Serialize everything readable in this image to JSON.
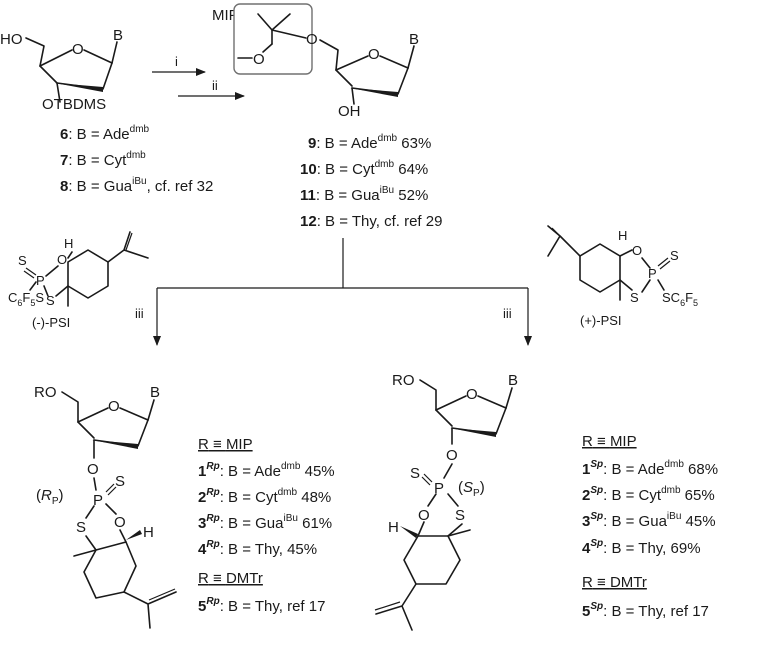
{
  "mip_def": {
    "label": "MIP =",
    "o_top": "O",
    "o_bottom": "O"
  },
  "start": {
    "ho": "HO",
    "o_ring": "O",
    "b": "B",
    "otbdms": "OTBDMS"
  },
  "reagents": {
    "i": "i",
    "ii": "ii",
    "iii": "iii"
  },
  "start_list": [
    {
      "num": "6",
      "text": ": B = Ade",
      "sup": "dmb",
      "tail": ""
    },
    {
      "num": "7",
      "text": ": B = Cyt",
      "sup": "dmb",
      "tail": ""
    },
    {
      "num": "8",
      "text": ": B = Gua",
      "sup": "iBu",
      "tail": ", cf. ref 32"
    }
  ],
  "product": {
    "o_link": "O",
    "o_ring": "O",
    "b": "B",
    "oh": "OH"
  },
  "product_list": [
    {
      "num": "9",
      "text": ": B = Ade",
      "sup": "dmb",
      "tail": " 63%"
    },
    {
      "num": "10",
      "text": ": B = Cyt",
      "sup": "dmb",
      "tail": " 64%"
    },
    {
      "num": "11",
      "text": ": B = Gua",
      "sup": "iBu",
      "tail": " 52%"
    },
    {
      "num": "12",
      "text": ": B = Thy, cf. ref 29",
      "sup": "",
      "tail": ""
    }
  ],
  "psi_left": {
    "s_top": "S",
    "p": "P",
    "o": "O",
    "h": "H",
    "s_ring": "S",
    "c": "C",
    "sub6": "6",
    "f": "F",
    "sub5": "5",
    "s_chain": "S",
    "label": "(-)-PSI"
  },
  "psi_right": {
    "s_top": "S",
    "p": "P",
    "o": "O",
    "h": "H",
    "s_ring": "S",
    "s_chain": "SC",
    "sub6": "6",
    "f": "F",
    "sub5": "5",
    "label": "(+)-PSI"
  },
  "rp": {
    "ro": "RO",
    "o_ring": "O",
    "b": "B",
    "o_link": "O",
    "p": "P",
    "s_top": "S",
    "o_ring2": "O",
    "s_ring": "S",
    "h": "H",
    "stereo_open": "(",
    "stereo_r": "R",
    "stereo_sub": "P",
    "stereo_close": ")",
    "r_eq": "R",
    "mip": "MIP",
    "list": [
      {
        "num": "1",
        "sup": "Rp",
        "text": ": B = Ade",
        "sup2": "dmb",
        "tail": " 45%"
      },
      {
        "num": "2",
        "sup": "Rp",
        "text": ": B = Cyt",
        "sup2": "dmb",
        "tail": " 48%"
      },
      {
        "num": "3",
        "sup": "Rp",
        "text": ": B = Gua",
        "sup2": "iBu",
        "tail": " 61%"
      },
      {
        "num": "4",
        "sup": "Rp",
        "text": ": B = Thy, 45%",
        "sup2": "",
        "tail": ""
      }
    ],
    "dmtr": "DMTr",
    "list5": {
      "num": "5",
      "sup": "Rp",
      "text": ": B = Thy, ref 17"
    }
  },
  "sp": {
    "ro": "RO",
    "o_ring": "O",
    "b": "B",
    "o_link": "O",
    "p": "P",
    "s_top": "S",
    "o_ring2": "O",
    "s_ring": "S",
    "h": "H",
    "stereo_open": "(",
    "stereo_s": "S",
    "stereo_sub": "P",
    "stereo_close": ")",
    "r_eq": "R",
    "mip": "MIP",
    "list": [
      {
        "num": "1",
        "sup": "Sp",
        "text": ": B = Ade",
        "sup2": "dmb",
        "tail": " 68%"
      },
      {
        "num": "2",
        "sup": "Sp",
        "text": ": B = Cyt",
        "sup2": "dmb",
        "tail": " 65%"
      },
      {
        "num": "3",
        "sup": "Sp",
        "text": ": B = Gua",
        "sup2": "iBu",
        "tail": " 45%"
      },
      {
        "num": "4",
        "sup": "Sp",
        "text": ": B = Thy, 69%",
        "sup2": "",
        "tail": ""
      }
    ],
    "dmtr": "DMTr",
    "list5": {
      "num": "5",
      "sup": "Sp",
      "text": ": B = Thy, ref 17"
    }
  }
}
